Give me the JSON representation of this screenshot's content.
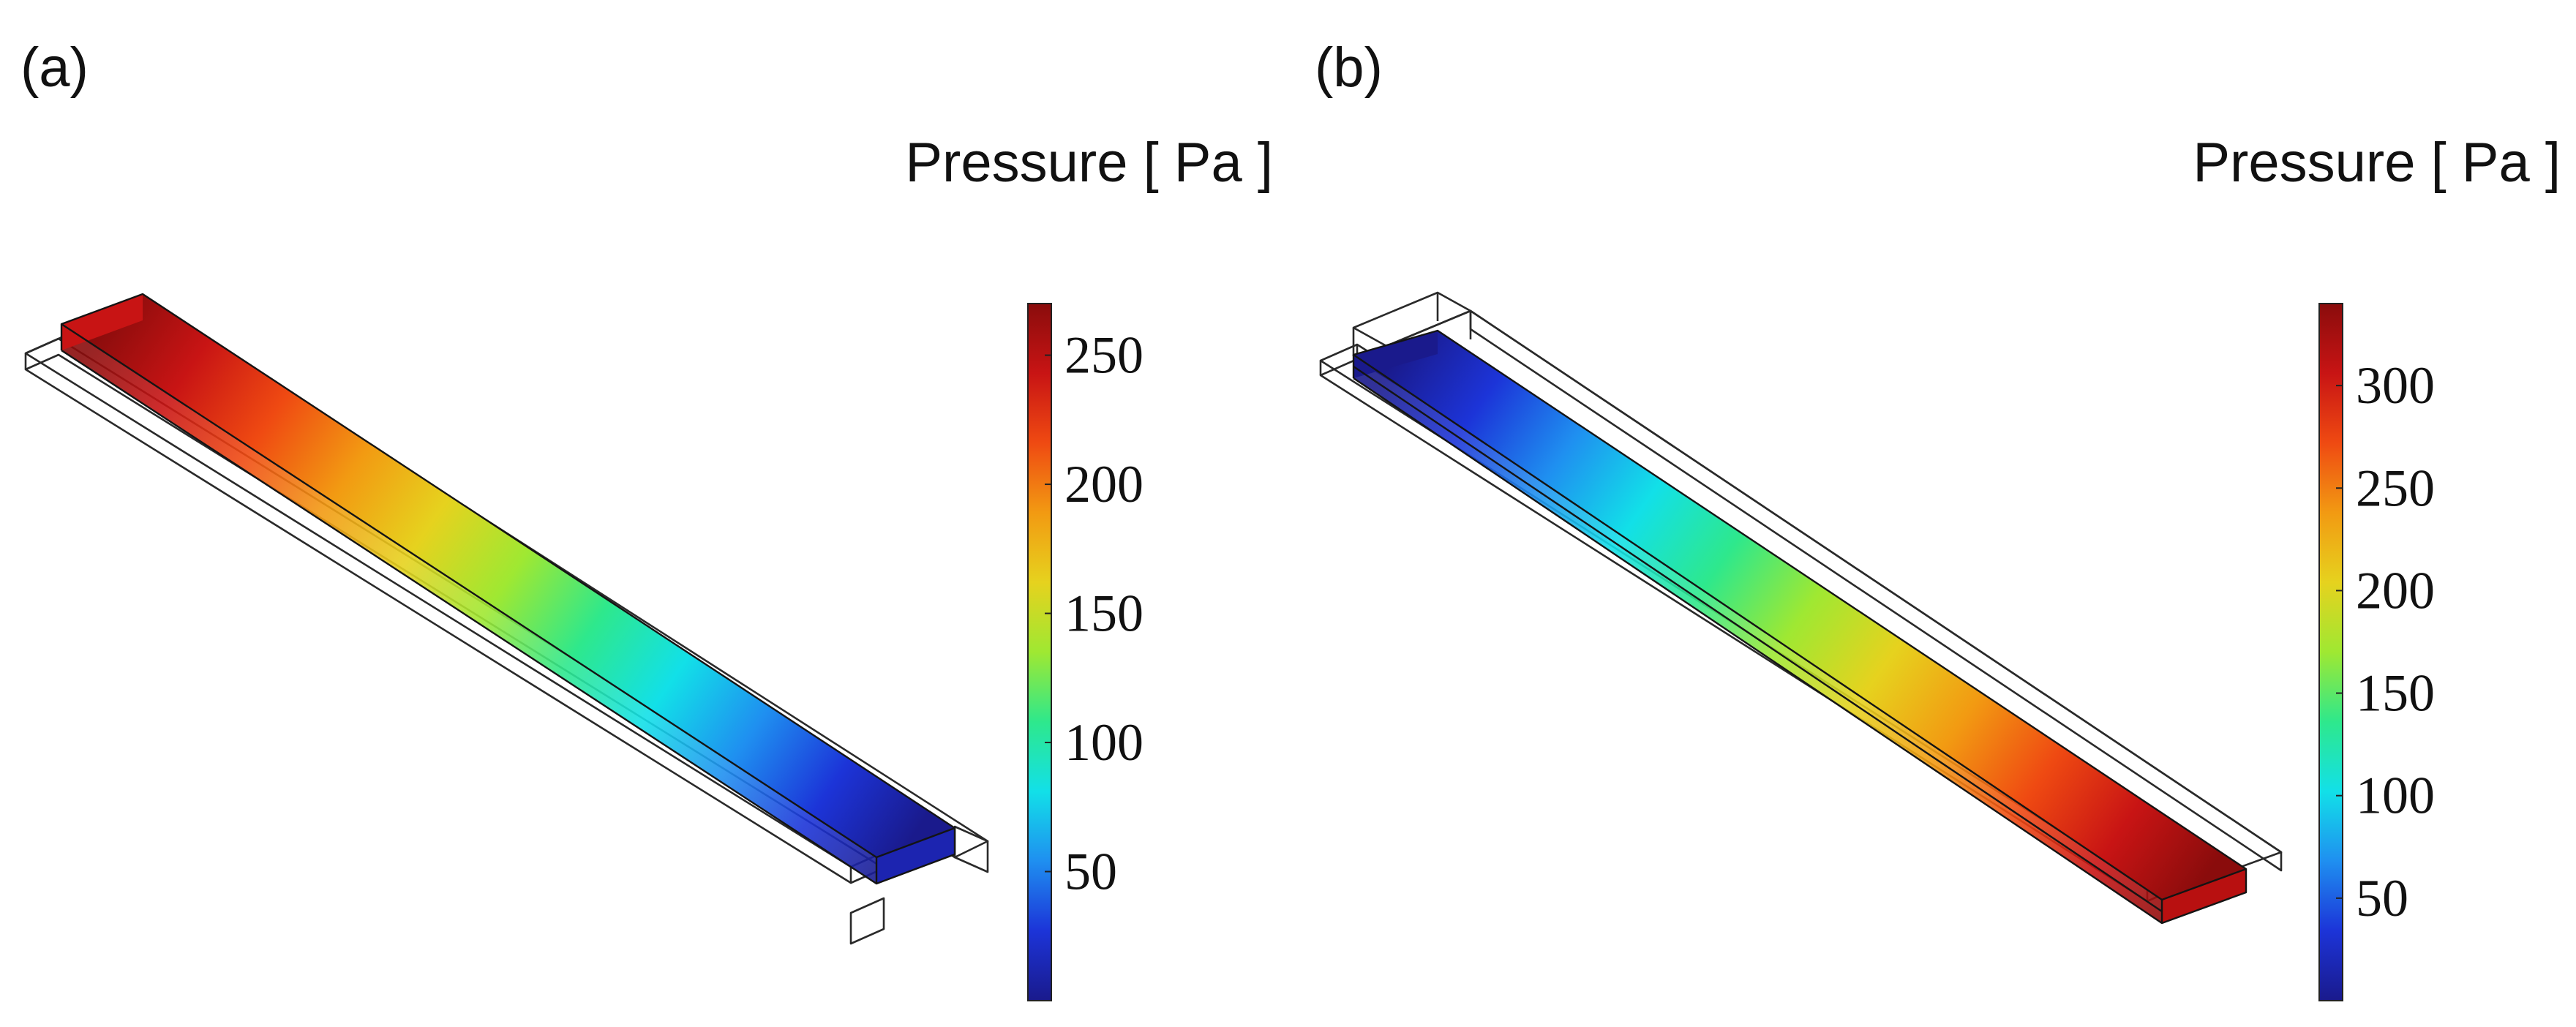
{
  "colormap": [
    "#1a1a8c",
    "#1c34d8",
    "#1f8ff0",
    "#12e0e8",
    "#2ee88c",
    "#9fe832",
    "#e6d21e",
    "#f29a12",
    "#ef4a12",
    "#c81414",
    "#8a0c0c"
  ],
  "panels": [
    {
      "label": "(a)",
      "colorbar_title": "Pressure [ Pa ]",
      "range": [
        0,
        270
      ],
      "ticks": [
        "50",
        "100",
        "150",
        "200",
        "250"
      ],
      "high_end": "left"
    },
    {
      "label": "(b)",
      "colorbar_title": "Pressure [ Pa ]",
      "range": [
        0,
        340
      ],
      "ticks": [
        "50",
        "100",
        "150",
        "200",
        "250",
        "300"
      ],
      "high_end": "right"
    }
  ]
}
